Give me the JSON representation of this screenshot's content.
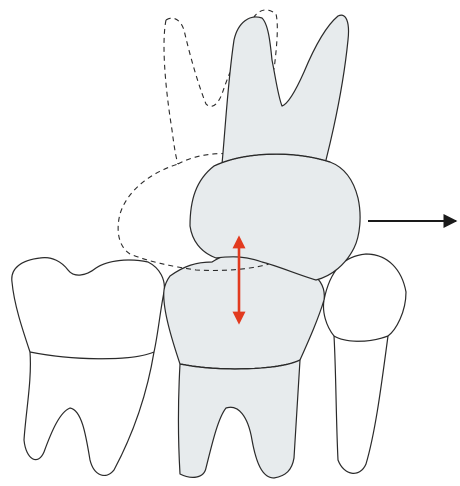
{
  "colors": {
    "tooth_fill": "#e7ebed",
    "outline": "#2a2a2a",
    "vertical_arrow": "#e23a1f",
    "horizontal_arrow": "#1a1a1a",
    "background": "#ffffff"
  },
  "diagram": {
    "elements": [
      "dashed-upper-molar-original-position",
      "shaded-upper-molar-displaced",
      "lower-left-molar",
      "shaded-lower-molar",
      "lower-right-premolar",
      "red-double-headed-vertical-arrow",
      "black-horizontal-arrow-right"
    ]
  }
}
